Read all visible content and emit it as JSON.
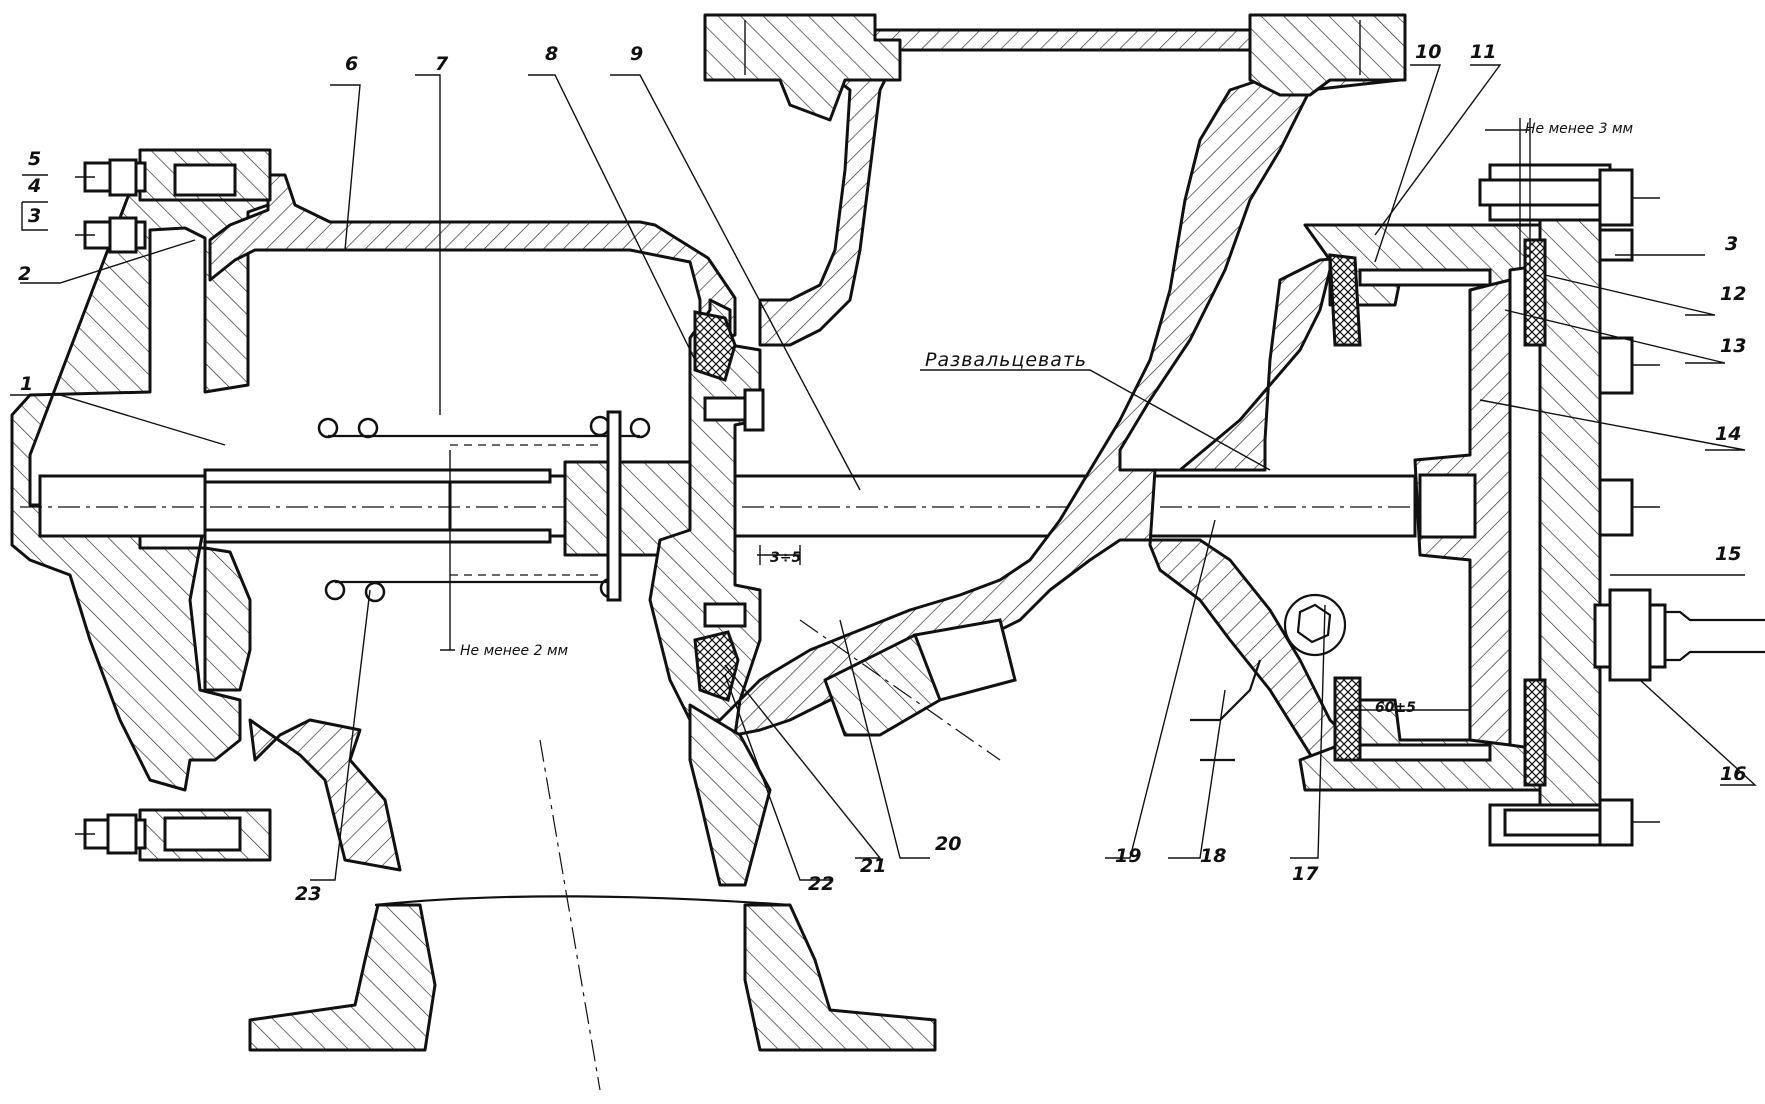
{
  "drawing": {
    "part_labels": [
      "1",
      "2",
      "3",
      "4",
      "5",
      "6",
      "7",
      "8",
      "9",
      "10",
      "11",
      "12",
      "13",
      "14",
      "15",
      "16",
      "17",
      "18",
      "19",
      "20",
      "21",
      "22",
      "23"
    ],
    "left_stack_labels": [
      "5",
      "4",
      "3"
    ],
    "right_label_3": "3",
    "notes": {
      "unroll": "Развальцевать",
      "min_3mm": "Не менее 3 мм",
      "min_2mm": "Не менее 2 мм"
    },
    "dimensions": {
      "gap_3_5": "3÷5",
      "gap_60_5": "60±5"
    }
  }
}
